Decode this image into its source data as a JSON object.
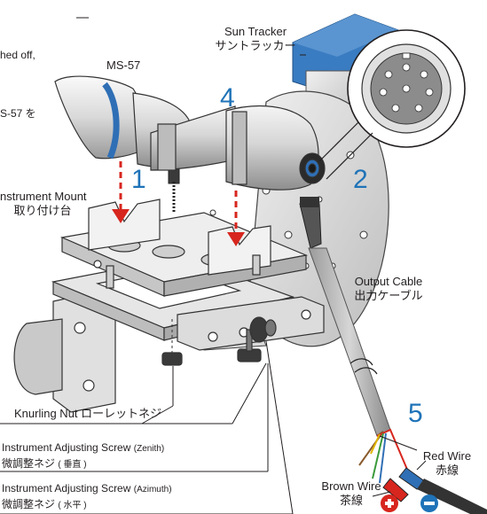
{
  "top_left_texts": [
    "hed off,",
    "S-57 を"
  ],
  "labels": {
    "ms57": "MS-57",
    "sun_tracker_en": "Sun Tracker",
    "sun_tracker_jp": "サントラッカー",
    "mount_en": "nstrument Mount",
    "mount_jp": "取り付け台",
    "output_en": "Output Cable",
    "output_jp": "出力ケーブル",
    "knurling": "Knurling Nut  ローレットネジ",
    "zenith_en": "Instrument Adjusting Screw",
    "zenith_tag": "(Zenith)",
    "zenith_jp": "微調整ネジ",
    "zenith_jp_tag": "( 垂直 )",
    "azimuth_en": "Instrument Adjusting Screw",
    "azimuth_tag": "(Azimuth)",
    "azimuth_jp": "微調整ネジ",
    "azimuth_jp_tag": "( 水平 )",
    "brown_en": "Brown Wire",
    "brown_jp": "茶線",
    "red_en": "Red Wire",
    "red_jp": "赤線"
  },
  "steps": [
    "1",
    "2",
    "4",
    "5"
  ],
  "colors": {
    "step_blue": "#1f73b8",
    "device_blue": "#2f6fb5",
    "tracker_blue": "#3a7cc1",
    "arrow_red": "#d7261e",
    "plus_red": "#d7261e",
    "minus_blue": "#1f73b8"
  }
}
